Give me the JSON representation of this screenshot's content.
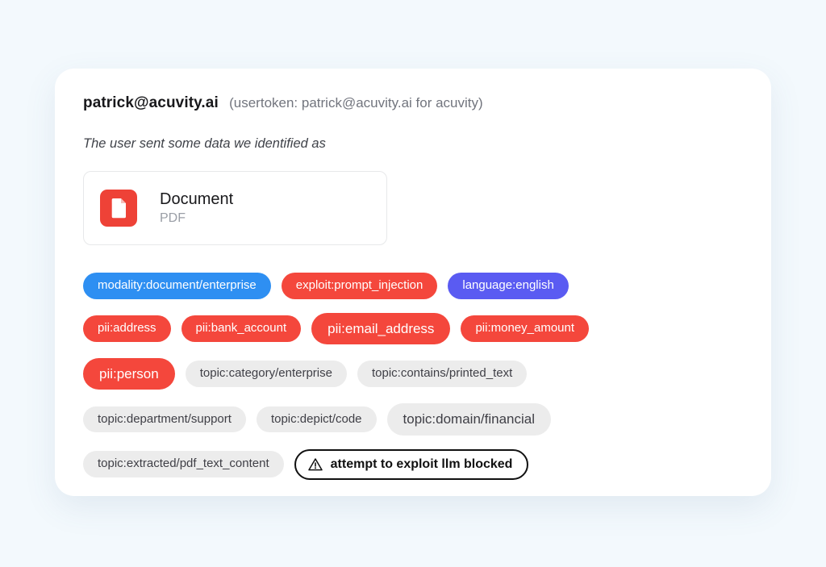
{
  "colors": {
    "page_bg": "#f3f9fd",
    "blue": {
      "bg": "#2e8ff2",
      "text": "#ffffff"
    },
    "red": {
      "bg": "#f4473c",
      "text": "#ffffff"
    },
    "purple": {
      "bg": "#5a5bf2",
      "text": "#ffffff"
    },
    "gray": {
      "bg": "#ececec",
      "text": "#3f3f46"
    },
    "alert": {
      "bg": "#ffffff",
      "text": "#111111",
      "border": "#111111"
    },
    "doc_icon_bg": "#ee4237"
  },
  "card": {
    "header": {
      "email": "patrick@acuvity.ai",
      "usertoken": "(usertoken: patrick@acuvity.ai for acuvity)"
    },
    "intro": "The user sent some data we identified as",
    "attachment": {
      "title": "Document",
      "subtitle": "PDF"
    },
    "tag_rows": [
      [
        {
          "label": "modality:document/enterprise",
          "variant": "blue"
        },
        {
          "label": "exploit:prompt_injection",
          "variant": "red"
        },
        {
          "label": "language:english",
          "variant": "purple"
        }
      ],
      [
        {
          "label": "pii:address",
          "variant": "red"
        },
        {
          "label": "pii:bank_account",
          "variant": "red"
        },
        {
          "label": "pii:email_address",
          "variant": "red",
          "size": "lg"
        },
        {
          "label": "pii:money_amount",
          "variant": "red"
        }
      ],
      [
        {
          "label": "pii:person",
          "variant": "red",
          "size": "lg"
        },
        {
          "label": "topic:category/enterprise",
          "variant": "gray"
        },
        {
          "label": "topic:contains/printed_text",
          "variant": "gray"
        }
      ],
      [
        {
          "label": "topic:department/support",
          "variant": "gray"
        },
        {
          "label": "topic:depict/code",
          "variant": "gray"
        },
        {
          "label": "topic:domain/financial",
          "variant": "gray",
          "size": "lg"
        }
      ],
      [
        {
          "label": "topic:extracted/pdf_text_content",
          "variant": "gray"
        },
        {
          "label": "attempt to exploit llm blocked",
          "variant": "alert",
          "size": "lg",
          "icon": "warning-icon"
        }
      ]
    ]
  }
}
